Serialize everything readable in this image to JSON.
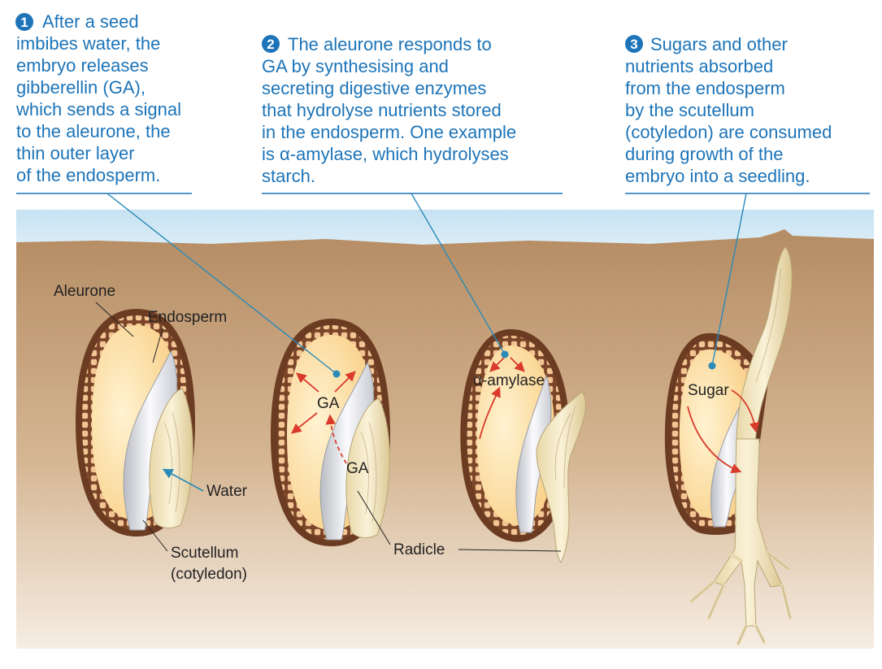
{
  "steps": [
    {
      "number": "1",
      "lines": [
        "After a seed",
        "imbibes water, the",
        "embryo releases",
        "gibberellin (GA),",
        "which sends a signal",
        "to the aleurone, the",
        "thin outer layer",
        "of the endosperm."
      ]
    },
    {
      "number": "2",
      "lines": [
        "The aleurone responds to",
        "GA by synthesising and",
        "secreting digestive enzymes",
        "that hydrolyse nutrients stored",
        "in the endosperm. One example",
        "is α-amylase, which hydrolyses",
        "starch."
      ]
    },
    {
      "number": "3",
      "lines": [
        "Sugars and other",
        "nutrients absorbed",
        "from the endosperm",
        "by the scutellum",
        "(cotyledon) are consumed",
        "during growth of the",
        "embryo into a seedling."
      ]
    }
  ],
  "labels": {
    "aleurone": "Aleurone",
    "endosperm": "Endosperm",
    "water": "Water",
    "scutellum_line1": "Scutellum",
    "scutellum_line2": "(cotyledon)",
    "ga_upper": "GA",
    "ga_lower": "GA",
    "alpha_amylase": "α-amylase",
    "radicle": "Radicle",
    "sugar": "Sugar"
  },
  "colors": {
    "caption_text": "#1d74b8",
    "step_badge": "#1d74b8",
    "leader_line": "#2a8ab8",
    "soil": "#c9a47e",
    "sky": "#cfe6f2",
    "seed_coat": "#6b3b22",
    "aleurone_cells": "#f0c79a",
    "endosperm": "#fcd99a",
    "scutellum": "#e8e9ec",
    "embryo": "#f2e6c2",
    "arrow_red": "#d93a2b",
    "label_text": "#222222"
  }
}
